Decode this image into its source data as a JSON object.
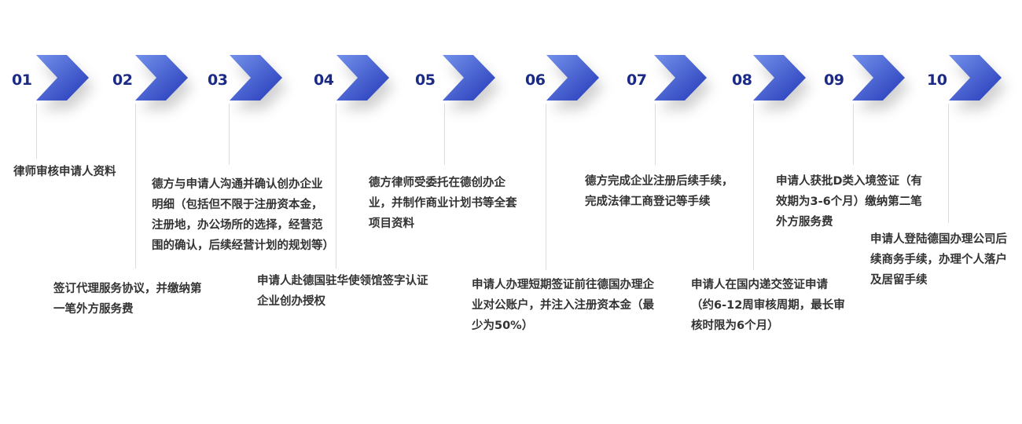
{
  "colors": {
    "number": "#1b2a86",
    "chevron_light": "#7391ea",
    "chevron_dark": "#2338b8",
    "text": "#333333",
    "line": "#dcdcdc"
  },
  "steps": [
    {
      "number": "01",
      "text": "律师审核申请人资料"
    },
    {
      "number": "02",
      "text": "签订代理服务协议，并缴纳第一笔外方服务费"
    },
    {
      "number": "03",
      "text": "德方与申请人沟通并确认创办企业明细（包括但不限于注册资本金，注册地，办公场所的选择，经营范围的确认，后续经营计划的规划等）"
    },
    {
      "number": "04",
      "text": "申请人赴德国驻华使领馆签字认证企业创办授权"
    },
    {
      "number": "05",
      "text": "德方律师受委托在德创办企业，并制作商业计划书等全套项目资料"
    },
    {
      "number": "06",
      "text": "申请人办理短期签证前往德国办理企业对公账户，并注入注册资本金（最少为50%）"
    },
    {
      "number": "07",
      "text": "德方完成企业注册后续手续，完成法律工商登记等手续"
    },
    {
      "number": "08",
      "text": "申请人在国内递交签证申请（约6-12周审核周期，最长审核时限为6个月）"
    },
    {
      "number": "09",
      "text": "申请人获批D类入境签证（有效期为3-6个月）缴纳第二笔外方服务费"
    },
    {
      "number": "10",
      "text": "申请人登陆德国办理公司后续商务手续，办理个人落户及居留手续"
    }
  ],
  "icons": {
    "chevron": "chevron-right-arrow"
  }
}
